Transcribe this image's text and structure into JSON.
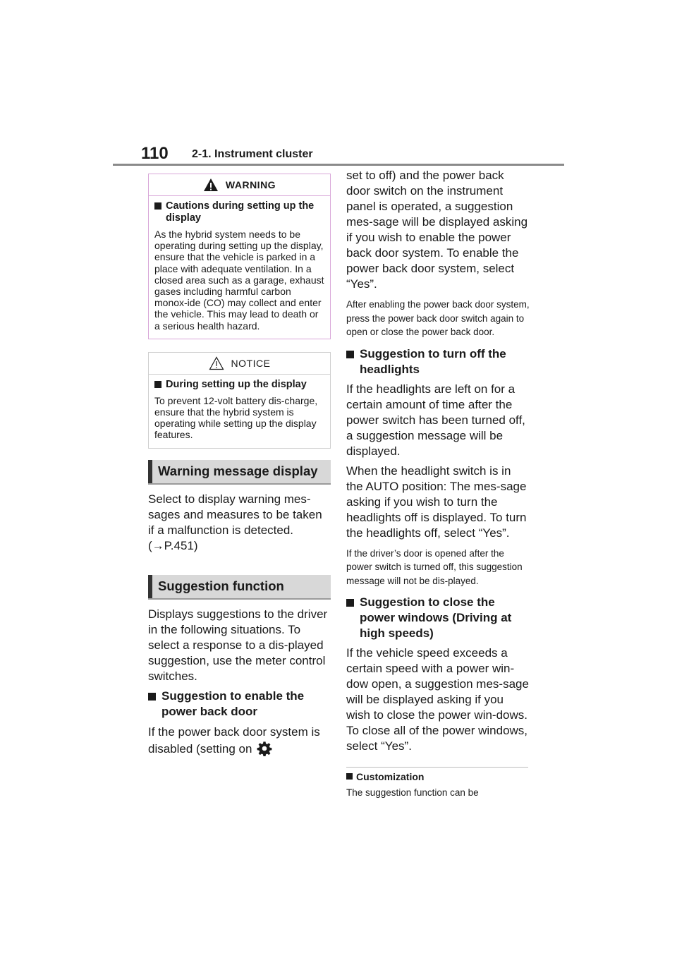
{
  "header": {
    "page_number": "110",
    "section": "2-1. Instrument cluster"
  },
  "warning_box": {
    "label": "WARNING",
    "subheading": "Cautions during setting up the display",
    "text": "As the hybrid system needs to be operating during setting up the display, ensure that the vehicle is parked in a place with adequate ventilation. In a closed area such as a garage, exhaust gases including harmful carbon monox-ide (CO) may collect and enter the vehicle. This may lead to death or a serious health hazard."
  },
  "notice_box": {
    "label": "NOTICE",
    "subheading": "During setting up the display",
    "text": "To prevent 12-volt battery dis-charge, ensure that the hybrid system is operating while setting up the display features."
  },
  "warning_message": {
    "title": "Warning message display",
    "text": "Select to display warning mes-sages and measures to be taken if a malfunction is detected. (→P.451)"
  },
  "suggestion": {
    "title": "Suggestion function",
    "intro": "Displays suggestions to the driver in the following situations. To select a response to a dis-played suggestion, use the meter control switches.",
    "backdoor": {
      "heading": "Suggestion to enable the power back door",
      "text_before_icon": "If the power back door system is disabled (setting on",
      "text_after_icon": "set to off) and the power back door switch on the instrument panel is operated, a suggestion mes-sage will be displayed asking if you wish to enable the power back door system. To enable the power back door system, select “Yes”.",
      "note": "After enabling the power back door system, press the power back door switch again to open or close the power back door."
    },
    "headlights": {
      "heading": "Suggestion to turn off the headlights",
      "text1": "If the headlights are left on for a certain amount of time after the power switch has been turned off, a suggestion message will be displayed.",
      "text2": "When the headlight switch is in the AUTO position: The mes-sage asking if you wish to turn the headlights off is displayed. To turn the headlights off, select “Yes”.",
      "note": "If the driver’s door is opened after the power switch is turned off, this suggestion message will not be dis-played."
    },
    "windows": {
      "heading": "Suggestion to close the power windows (Driving at high speeds)",
      "text": "If the vehicle speed exceeds a certain speed with a power win-dow open, a suggestion mes-sage will be displayed asking if you wish to close the power win-dows. To close all of the power windows, select “Yes”."
    }
  },
  "customization": {
    "heading": "Customization",
    "text": "The suggestion function can be"
  },
  "icons": {
    "settings": "gear-icon",
    "warning": "warning-triangle-icon",
    "notice": "notice-triangle-icon"
  },
  "colors": {
    "warning_border": "#d9a7d9",
    "banner_bg": "#d8d8d8"
  }
}
